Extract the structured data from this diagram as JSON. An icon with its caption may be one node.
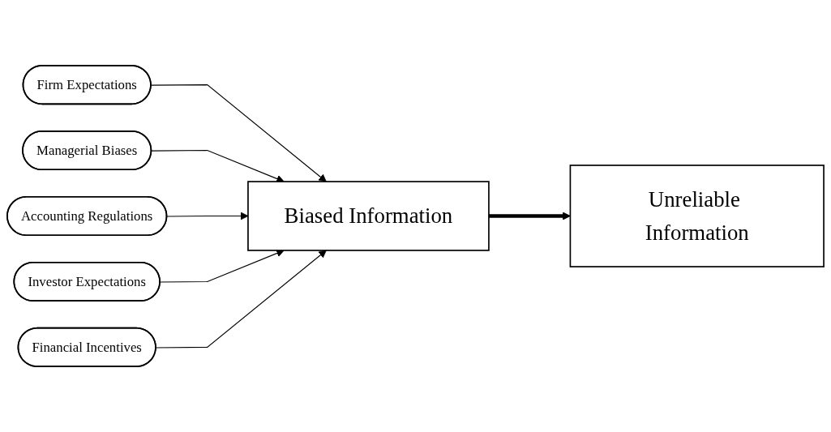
{
  "diagram": {
    "nodes": [
      {
        "text": [
          "Firm Expectations"
        ]
      },
      {
        "text": [
          "Managerial Biases"
        ]
      },
      {
        "text": [
          "Accounting Regulations"
        ]
      },
      {
        "text": [
          "Biased Information"
        ]
      },
      {
        "text": [
          "Unreliable Information"
        ]
      },
      {
        "text": [
          "Investor Expectations"
        ]
      },
      {
        "text": [
          "Financial Incentives"
        ]
      }
    ],
    "edges": [
      {
        "from": 0,
        "to": 3,
        "arrow": "to"
      },
      {
        "from": 1,
        "to": 3,
        "arrow": "to"
      },
      {
        "from": 2,
        "to": 3,
        "arrow": "to"
      },
      {
        "from": 5,
        "to": 3,
        "arrow": "to"
      },
      {
        "from": 6,
        "to": 3,
        "arrow": "to"
      },
      {
        "from": 3,
        "to": 4,
        "arrow": "to",
        "style": "thick"
      }
    ]
  }
}
